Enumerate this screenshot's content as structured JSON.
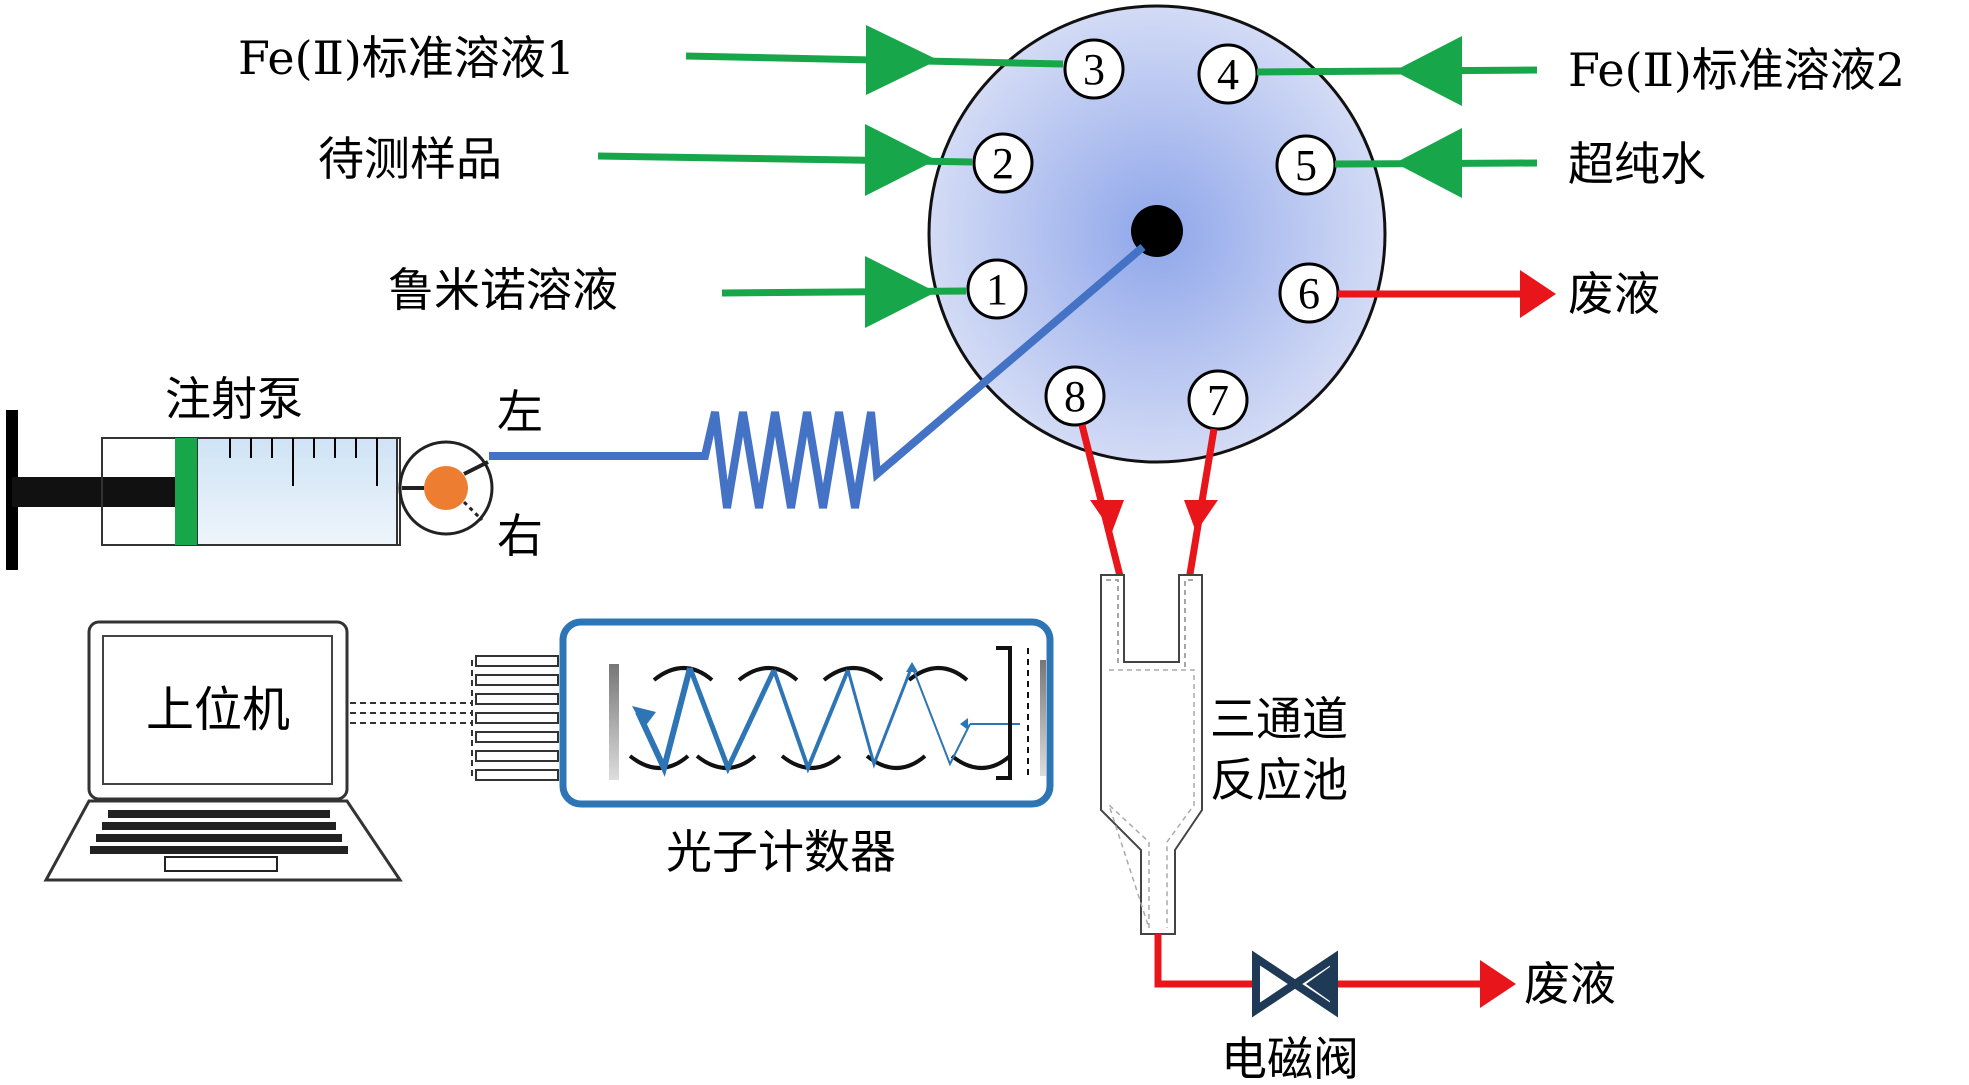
{
  "labels": {
    "fe_std1": "Fe(Ⅱ)标准溶液1",
    "fe_std2": "Fe(Ⅱ)标准溶液2",
    "sample": "待测样品",
    "ultrapure_water": "超纯水",
    "luminol": "鲁米诺溶液",
    "waste_top": "废液",
    "syringe_pump": "注射泵",
    "left": "左",
    "right": "右",
    "host_pc": "上位机",
    "photon_counter": "光子计数器",
    "reactor": [
      "三通道",
      "反应池"
    ],
    "solenoid_valve": "电磁阀",
    "waste_bottom": "废液"
  },
  "ports": [
    "1",
    "2",
    "3",
    "4",
    "5",
    "6",
    "7",
    "8"
  ],
  "colors": {
    "inflow": "#17a74a",
    "outflow": "#e8151b",
    "tubing": "#4472c4",
    "valve_fill": "#c7d1f2",
    "valve_center": "#a7b7ec",
    "syringe_plunger": "#17a74a",
    "syringe_port": "#ed7d31",
    "counter_border": "#2e75b6",
    "counter_zigzag": "#2e75b6",
    "solenoid_valve": "#1f3a56"
  }
}
